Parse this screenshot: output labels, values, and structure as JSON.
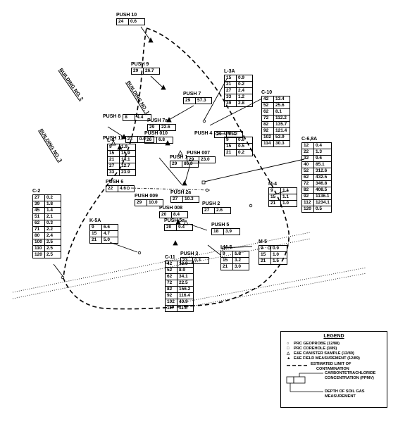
{
  "buildings": [
    "BUILDING NO. 2",
    "BUILDING NO. 1",
    "BUILDING NO. 3"
  ],
  "sites": [
    {
      "id": "push10",
      "name": "PUSH 10",
      "rows": [
        [
          "24",
          "0.6"
        ]
      ]
    },
    {
      "id": "push9",
      "name": "PUSH 9",
      "rows": [
        [
          "29",
          "26.7"
        ]
      ]
    },
    {
      "id": "push7",
      "name": "PUSH 7",
      "rows": [
        [
          "29",
          "57.3"
        ]
      ]
    },
    {
      "id": "push8",
      "name": "PUSH 8",
      "rows": [
        [
          "8",
          "4.4"
        ]
      ]
    },
    {
      "id": "push7a",
      "name": "PUSH 7a",
      "rows": [
        [
          "29",
          "22.6"
        ]
      ]
    },
    {
      "id": "push010",
      "name": "PUSH 010",
      "rows": [
        [
          "26",
          "6.8"
        ]
      ]
    },
    {
      "id": "push11",
      "name": "PUSH 11",
      "rows": [
        [
          "23",
          "0.0"
        ]
      ]
    },
    {
      "id": "push4",
      "name": "PUSH 4",
      "rows": [
        [
          "29",
          "31.2"
        ]
      ]
    },
    {
      "id": "push1",
      "name": "PUSH 1",
      "rows": [
        [
          "29",
          "86.0"
        ]
      ]
    },
    {
      "id": "push007",
      "name": "PUSH 007",
      "rows": [
        [
          "29",
          "23.0"
        ]
      ]
    },
    {
      "id": "push6",
      "name": "PUSH 6",
      "rows": [
        [
          "22",
          "4.6"
        ]
      ]
    },
    {
      "id": "push009",
      "name": "PUSH 009",
      "rows": [
        [
          "29",
          "10.0"
        ]
      ]
    },
    {
      "id": "push2a",
      "name": "PUSH 2a",
      "rows": [
        [
          "27",
          "10.3"
        ]
      ]
    },
    {
      "id": "push2",
      "name": "PUSH 2",
      "rows": [
        [
          "27",
          "2.6"
        ]
      ]
    },
    {
      "id": "push008",
      "name": "PUSH 008",
      "rows": [
        [
          "20",
          "8.4"
        ]
      ]
    },
    {
      "id": "push5a",
      "name": "PUSH 5a",
      "rows": [
        [
          "20",
          "9.4"
        ]
      ]
    },
    {
      "id": "push5",
      "name": "PUSH 5",
      "rows": [
        [
          "18",
          "3.9"
        ]
      ]
    },
    {
      "id": "push3",
      "name": "PUSH 3",
      "rows": [
        [
          "23",
          "0.3"
        ]
      ]
    },
    {
      "id": "l4",
      "name": "L-4",
      "rows": [
        [
          "9",
          "1.9"
        ],
        [
          "15",
          "15.9"
        ],
        [
          "21",
          "14.1"
        ],
        [
          "27",
          "12.7"
        ],
        [
          "33",
          "23.9"
        ]
      ]
    },
    {
      "id": "l3a",
      "name": "L-3A",
      "rows": [
        [
          "15",
          "0.9"
        ],
        [
          "21",
          "0.2"
        ],
        [
          "27",
          "2.4"
        ],
        [
          "33",
          "1.2"
        ],
        [
          "39",
          "2.8"
        ]
      ]
    },
    {
      "id": "lm3",
      "name": "LM-3",
      "rows": [
        [
          "9",
          "0.6"
        ],
        [
          "15",
          "0.5"
        ],
        [
          "21",
          "0.2"
        ]
      ]
    },
    {
      "id": "c10",
      "name": "C-10",
      "rows": [
        [
          "42",
          "13.4"
        ],
        [
          "52",
          "25.6"
        ],
        [
          "62",
          "8.1"
        ],
        [
          "72",
          "112.2"
        ],
        [
          "82",
          "135.7"
        ],
        [
          "92",
          "121.4"
        ],
        [
          "102",
          "53.9"
        ],
        [
          "114",
          "30.3"
        ]
      ]
    },
    {
      "id": "c68a",
      "name": "C-6,8A",
      "rows": [
        [
          "12",
          "0.4"
        ],
        [
          "22",
          "1.3"
        ],
        [
          "32",
          "9.6"
        ],
        [
          "40",
          "85.1"
        ],
        [
          "52",
          "312.6"
        ],
        [
          "62",
          "432.5"
        ],
        [
          "72",
          "346.8"
        ],
        [
          "82",
          "408.5"
        ],
        [
          "92",
          "1136.1"
        ],
        [
          "112",
          "1234.1"
        ],
        [
          "120",
          "0.5"
        ]
      ]
    },
    {
      "id": "m4",
      "name": "M-4",
      "rows": [
        [
          "9",
          "1.1"
        ],
        [
          "15",
          "1.1"
        ],
        [
          "21",
          "1.0"
        ]
      ]
    },
    {
      "id": "c2",
      "name": "C-2",
      "rows": [
        [
          "27",
          "0.2"
        ],
        [
          "39",
          "1.8"
        ],
        [
          "45",
          "1.4"
        ],
        [
          "51",
          "2.1"
        ],
        [
          "62",
          "0.3"
        ],
        [
          "71",
          "2.2"
        ],
        [
          "80",
          "2.4"
        ],
        [
          "100",
          "2.5"
        ],
        [
          "110",
          "2.5"
        ],
        [
          "120",
          "2.5"
        ]
      ]
    },
    {
      "id": "k5a",
      "name": "K-5A",
      "rows": [
        [
          "9",
          "6.6"
        ],
        [
          "15",
          "4.7"
        ],
        [
          "21",
          "5.0"
        ]
      ]
    },
    {
      "id": "lm5",
      "name": "LM-5",
      "rows": [
        [
          "9",
          "1.8"
        ],
        [
          "15",
          "3.2"
        ],
        [
          "21",
          "3.0"
        ]
      ]
    },
    {
      "id": "m5",
      "name": "M-5",
      "rows": [
        [
          "9",
          "0.9"
        ],
        [
          "15",
          "1.0"
        ],
        [
          "21",
          "1.5"
        ]
      ]
    },
    {
      "id": "c11",
      "name": "C-11",
      "rows": [
        [
          "42",
          "13.9"
        ],
        [
          "52",
          "8.9"
        ],
        [
          "62",
          "34.1"
        ],
        [
          "72",
          "22.5"
        ],
        [
          "82",
          "156.2"
        ],
        [
          "92",
          "116.4"
        ],
        [
          "102",
          "40.9"
        ],
        [
          "117",
          "11.0"
        ]
      ]
    }
  ],
  "legend": {
    "title": "LEGEND",
    "items": [
      {
        "symbol": "○",
        "text": "PRC GEOPROBE (12/88)"
      },
      {
        "symbol": "□",
        "text": "PRC COREHOLE (1/89)"
      },
      {
        "symbol": "△",
        "text": "E&E CANISTER SAMPLE (12/89)"
      },
      {
        "symbol": "▲",
        "text": "E&E FIELD MEASUREMENT (12/89)"
      }
    ],
    "limit_line": "ESTIMATED LIMIT OF",
    "limit_line2": "CONTAMINATION",
    "conc_label": "CARBONTETRACHLORIDE",
    "conc_label2": "CONCENTRATION (PPMV)",
    "depth_label": "DEPTH OF SOIL GAS",
    "depth_label2": "MEASUREMENT"
  }
}
